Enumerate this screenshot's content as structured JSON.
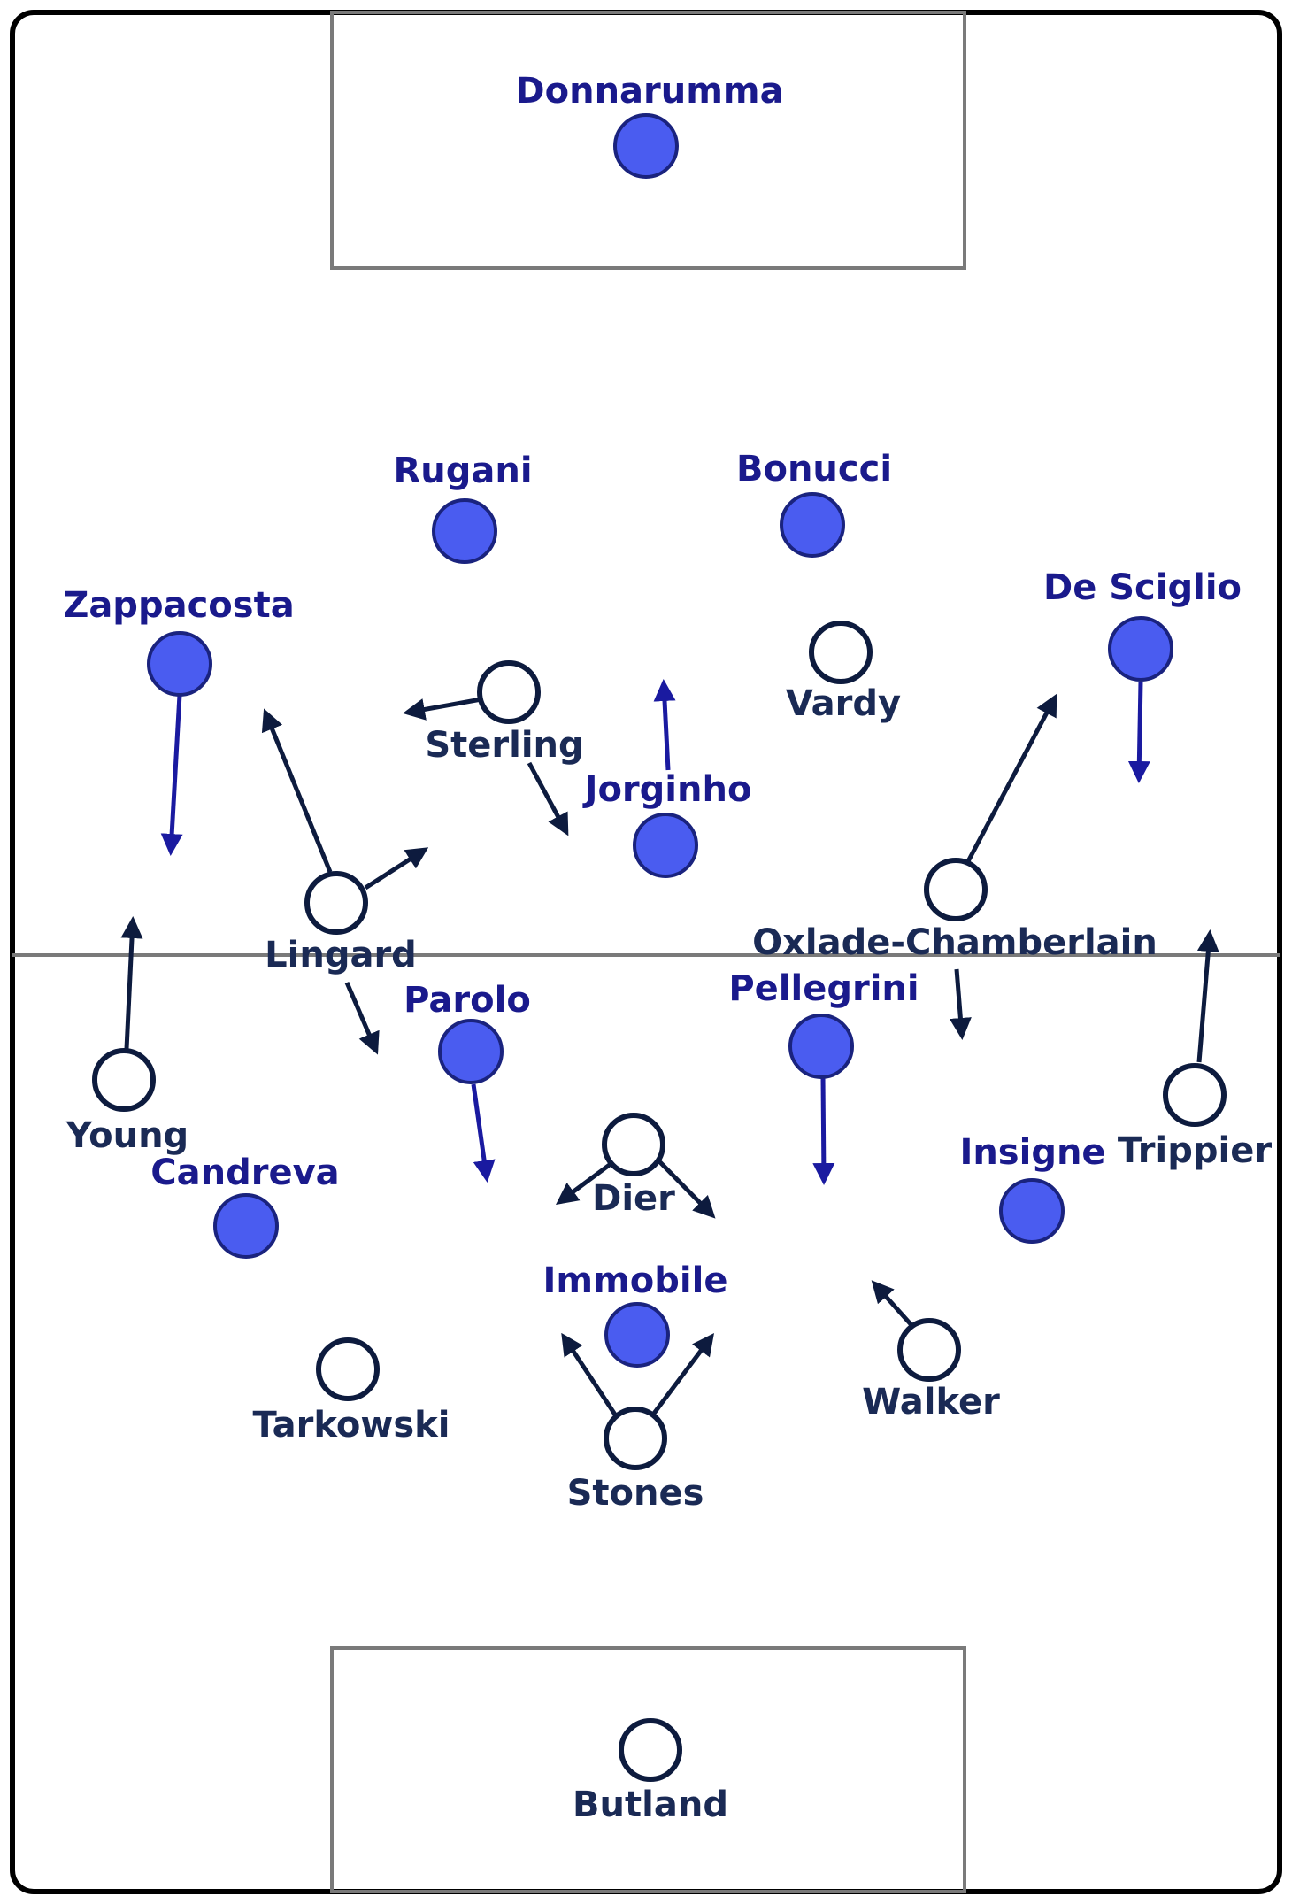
{
  "colors": {
    "italy_fill": "#4a5cf0",
    "italy_stroke": "#1a237e",
    "italy_label": "#1a1a8c",
    "italy_arrow": "#1a1aa0",
    "england_fill": "#ffffff",
    "england_stroke": "#0d1b3e",
    "england_label": "#1a2a55",
    "england_arrow": "#0d1b3e",
    "pitch_line": "#7a7a7a",
    "pitch_border": "#000000"
  },
  "teams": {
    "italy": {
      "players": [
        {
          "name": "Donnarumma"
        },
        {
          "name": "Rugani"
        },
        {
          "name": "Bonucci"
        },
        {
          "name": "Zappacosta"
        },
        {
          "name": "De Sciglio"
        },
        {
          "name": "Jorginho"
        },
        {
          "name": "Parolo"
        },
        {
          "name": "Pellegrini"
        },
        {
          "name": "Candreva"
        },
        {
          "name": "Insigne"
        },
        {
          "name": "Immobile"
        }
      ]
    },
    "england": {
      "players": [
        {
          "name": "Butland"
        },
        {
          "name": "Stones"
        },
        {
          "name": "Tarkowski"
        },
        {
          "name": "Walker"
        },
        {
          "name": "Dier"
        },
        {
          "name": "Young"
        },
        {
          "name": "Trippier"
        },
        {
          "name": "Lingard"
        },
        {
          "name": "Oxlade-Chamberlain"
        },
        {
          "name": "Sterling"
        },
        {
          "name": "Vardy"
        }
      ]
    }
  }
}
